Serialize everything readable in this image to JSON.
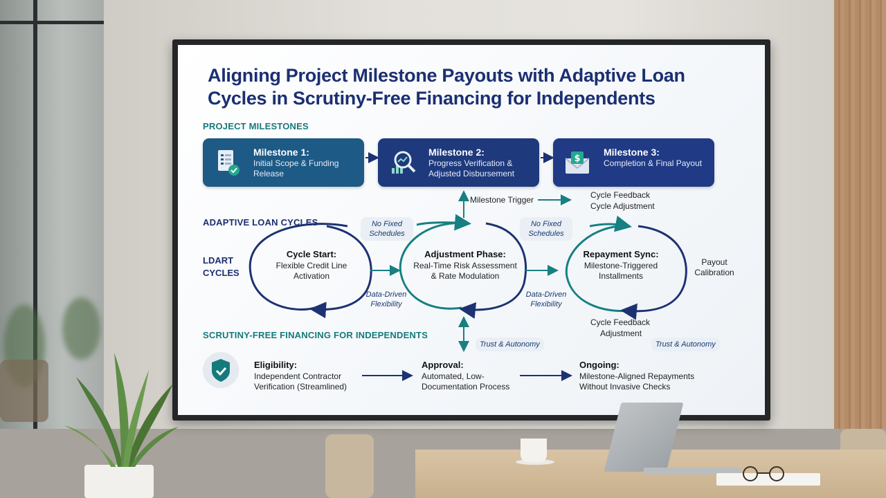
{
  "slide": {
    "title": "Aligning Project Milestone Payouts with Adaptive Loan Cycles in Scrutiny-Free Financing for Independents",
    "title_line1": "Aligning Project Milestone Payouts with Adaptive Loan",
    "title_line2": "Cycles in Scrutiny-Free Financing for Independents",
    "sections": {
      "milestones": "PROJECT MILESTONES",
      "cycles": "ADAPTIVE LOAN CYCLES",
      "financing": "SCRUTINY-FREE FINANCING FOR INDEPENDENTS"
    },
    "side_label": "LDART CYCLES",
    "milestones": [
      {
        "title": "Milestone 1:",
        "desc": "Initial Scope & Funding Release",
        "icon": "checklist-icon",
        "color": "#1d5a86"
      },
      {
        "title": "Milestone 2:",
        "desc": "Progress Verification & Adjusted Disbursement",
        "icon": "magnifier-chart-icon",
        "color": "#1e3a7d"
      },
      {
        "title": "Milestone 3:",
        "desc": "Completion & Final Payout",
        "icon": "money-envelope-icon",
        "color": "#203a85"
      }
    ],
    "flow_labels": {
      "milestone_trigger": "Milestone Trigger",
      "cycle_feedback_top": "Cycle Feedback",
      "cycle_adjustment_top": "Cycle Adjustment",
      "no_fixed_1": "No Fixed Schedules",
      "no_fixed_2": "No Fixed Schedules",
      "data_driven_1": "Data-Driven Flexibility",
      "data_driven_2": "Data-Driven Flexibility",
      "payout_calibration": "Payout Calibration",
      "cycle_feedback_bottom": "Cycle Feedback",
      "adjustment_bottom": "Adjustment",
      "trust_1": "Trust & Autonomy",
      "trust_2": "Trust & Autonomy"
    },
    "cycles": [
      {
        "title": "Cycle Start:",
        "desc": "Flexible Credit Line Activation"
      },
      {
        "title": "Adjustment Phase:",
        "desc": "Real-Time Risk Assessment & Rate Modulation"
      },
      {
        "title": "Repayment Sync:",
        "desc": "Milestone-Triggered Installments"
      }
    ],
    "financing_steps": [
      {
        "title": "Eligibility:",
        "desc": "Independent Contractor Verification (Streamlined)",
        "icon": "shield-check-icon"
      },
      {
        "title": "Approval:",
        "desc": "Automated, Low-Documentation Process"
      },
      {
        "title": "Ongoing:",
        "desc": "Milestone-Aligned Repayments Without Invasive Checks"
      }
    ],
    "colors": {
      "navy": "#1b2f72",
      "teal": "#157a7c",
      "arrow_navy": "#1d3272",
      "arrow_teal": "#168082"
    }
  }
}
